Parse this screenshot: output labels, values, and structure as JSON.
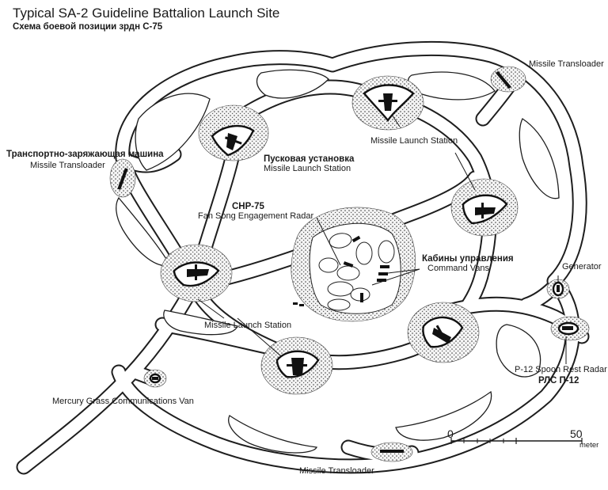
{
  "diagram": {
    "title": "Typical SA-2 Guideline Battalion Launch Site",
    "subtitle": "Схема боевой позиции зрдн С-75",
    "labels": {
      "transloader_ne": "Missile Transloader",
      "transloader_w_ru": "Транспортно-заряжающая машина",
      "transloader_w_en": "Missile Transloader",
      "launcher_ru": "Пусковая установка",
      "launcher_en": "Missile Launch Station",
      "launch_station_n": "Missile Launch Station",
      "radar_ru": "СНР-75",
      "radar_en": "Fan Song Engagement Radar",
      "vans_ru": "Кабины управления",
      "vans_en": "Command Vans",
      "generator": "Generator",
      "launch_station_sw": "Missile Launch Station",
      "spoon_rest_en": "P-12 Spoon Rest Radar",
      "spoon_rest_ru": "РЛС П-12",
      "mercury_grass": "Mercury Grass Communications Van",
      "transloader_s": "Missile Transloader"
    },
    "scale": {
      "start": "0",
      "end": "50",
      "unit": "meter"
    }
  }
}
